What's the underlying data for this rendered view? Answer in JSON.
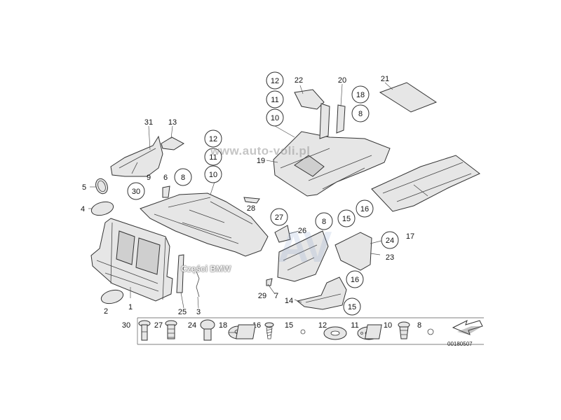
{
  "watermark_url": "www.auto-voli.pl",
  "watermark_brand": "Części BMW",
  "watermark_logo": "AV",
  "drawing_number": "00180507",
  "callouts": {
    "c12a": "12",
    "c11a": "11",
    "c10a": "10",
    "c22": "22",
    "c20": "20",
    "c18": "18",
    "c8a": "8",
    "c21": "21",
    "c31": "31",
    "c13": "13",
    "c12b": "12",
    "c11b": "11",
    "c10b": "10",
    "c19": "19",
    "c5": "5",
    "c9": "9",
    "c6": "6",
    "c8b": "8",
    "c30": "30",
    "c28": "28",
    "c4": "4",
    "c27": "27",
    "c26": "26",
    "c8c": "8",
    "c15a": "15",
    "c16a": "16",
    "c24": "24",
    "c17": "17",
    "c23": "23",
    "c29": "29",
    "c7": "7",
    "c14": "14",
    "c16b": "16",
    "c15b": "15",
    "c2": "2",
    "c1": "1",
    "c25": "25",
    "c3": "3"
  },
  "fastener_strip": [
    "30",
    "27",
    "24",
    "18",
    "16",
    "15",
    "12",
    "11",
    "10",
    "8"
  ],
  "icons": {
    "arrow": "direction-arrow-icon",
    "fasteners": [
      "rivet-icon",
      "expanding-rivet-icon",
      "push-clip-icon",
      "star-nut-icon",
      "screw-icon",
      "speed-nut-icon",
      "washer-icon",
      "clip-nut-icon",
      "screw-grommet-icon",
      "square-nut-icon"
    ]
  }
}
